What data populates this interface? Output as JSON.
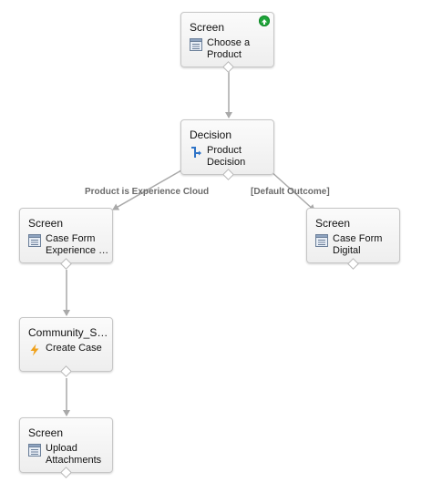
{
  "nodes": {
    "choose_product": {
      "type": "Screen",
      "label_line1": "Choose a",
      "label_line2": "Product",
      "icon": "screen-icon",
      "is_start": true
    },
    "product_decision": {
      "type": "Decision",
      "label_line1": "Product",
      "label_line2": "Decision",
      "icon": "decision-icon"
    },
    "case_form_experience": {
      "type": "Screen",
      "label_line1": "Case Form",
      "label_line2": "Experience C...",
      "icon": "screen-icon"
    },
    "case_form_digital": {
      "type": "Screen",
      "label_line1": "Case Form",
      "label_line2": "Digital",
      "icon": "screen-icon"
    },
    "community_subflow": {
      "type": "Community_Su...",
      "label_line1": "Create Case",
      "label_line2": "",
      "icon": "lightning-icon"
    },
    "upload_attachments": {
      "type": "Screen",
      "label_line1": "Upload",
      "label_line2": "Attachments",
      "icon": "screen-icon"
    }
  },
  "edges": {
    "experience_outcome": "Product is Experience Cloud",
    "default_outcome": "[Default Outcome]"
  },
  "colors": {
    "connector": "#a9a9a9",
    "start_badge": "#1fa53a",
    "decision_icon": "#2f74c7",
    "lightning_icon": "#f0a11b"
  }
}
